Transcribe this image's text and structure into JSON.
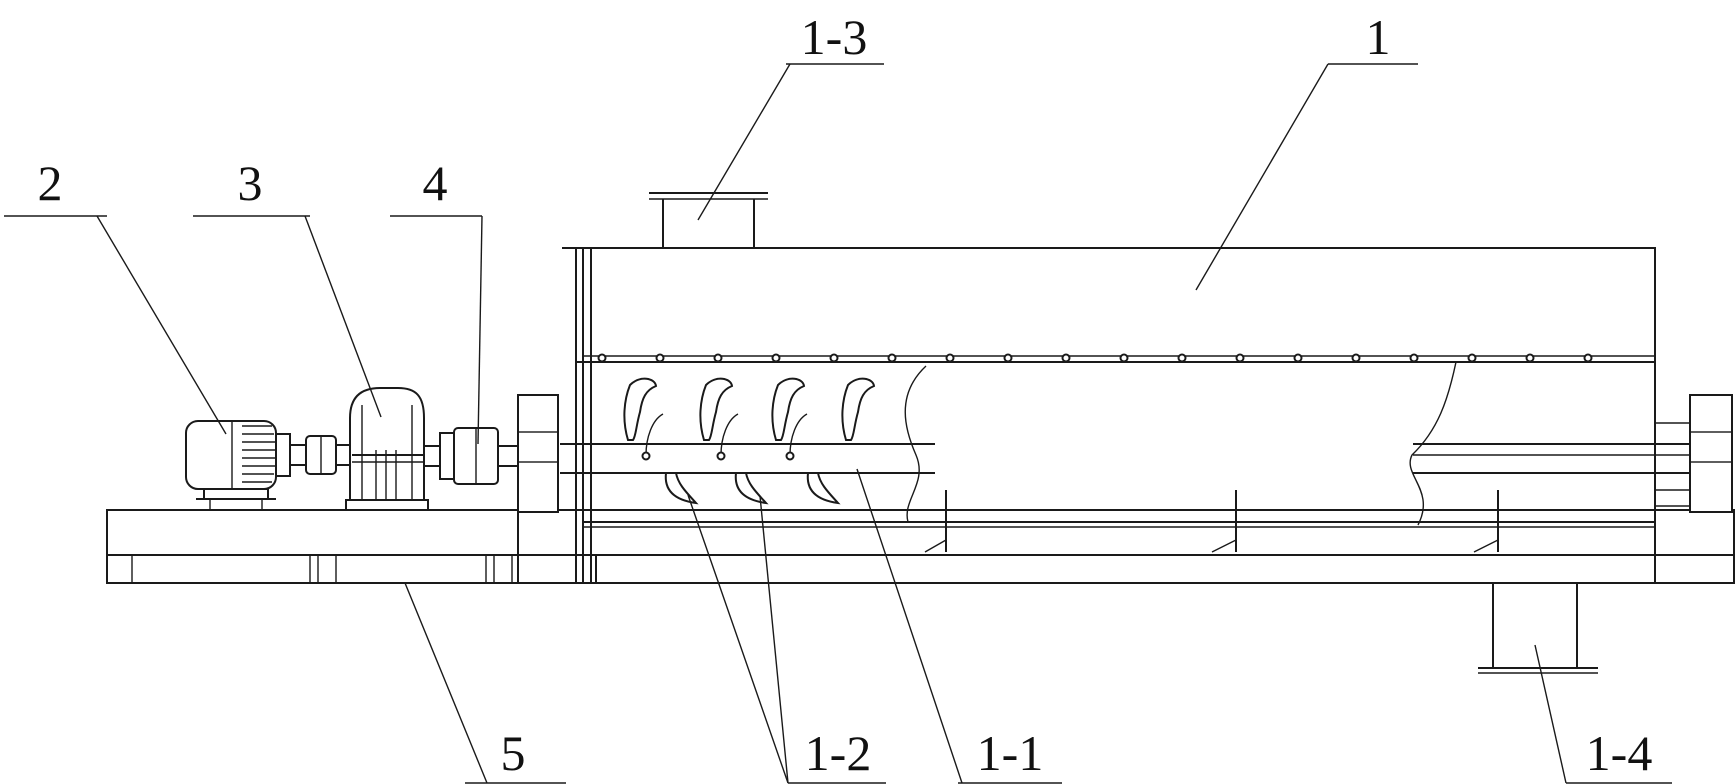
{
  "diagram": {
    "labels": {
      "shell": "1",
      "shaft": "1-1",
      "blades": "1-2",
      "inlet": "1-3",
      "outlet": "1-4",
      "motor": "2",
      "reducer": "3",
      "coupling": "4",
      "base": "5"
    }
  }
}
